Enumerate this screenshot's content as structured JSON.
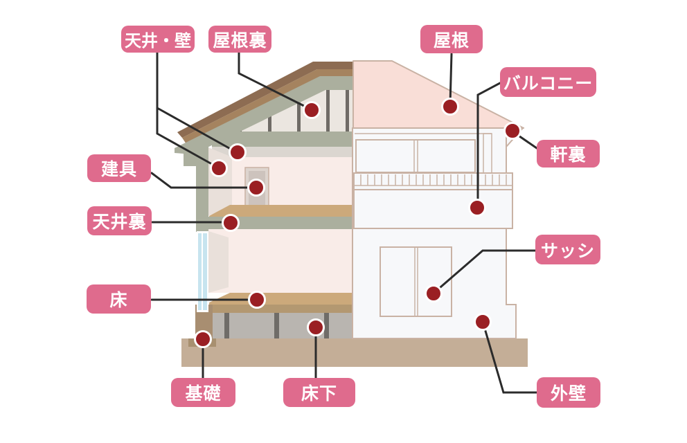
{
  "diagram_title": "house cross-section inspection points",
  "labels": {
    "tenjo_kabe": "天井・壁",
    "yaneura": "屋根裏",
    "yane": "屋根",
    "balcony": "バルコニー",
    "nokiura": "軒裏",
    "tategu": "建具",
    "tenjoura": "天井裏",
    "yuka": "床",
    "kiso": "基礎",
    "yukashita": "床下",
    "sash": "サッシ",
    "gaiheki": "外壁"
  },
  "palette": {
    "label_bg": "#df6b8d",
    "label_text": "#ffffff",
    "marker_fill": "#9a1f23",
    "marker_ring": "#ffffff",
    "connector_line": "#2b2b2b",
    "roof_pink": "#f9ded7",
    "roof_brown_dark": "#8d6c52",
    "roof_brown_light": "#a5835f",
    "structure_sage": "#abaf9e",
    "interior_pink": "#f9ece8",
    "floor_tan": "#cca97b",
    "wall_white": "#f7f8fa",
    "wall_outline_tan": "#c9b2a4",
    "ground_tan": "#c4ae97",
    "crawlspace_gray": "#b9b5b0",
    "window_glass_blue": "#c7e4ef"
  }
}
